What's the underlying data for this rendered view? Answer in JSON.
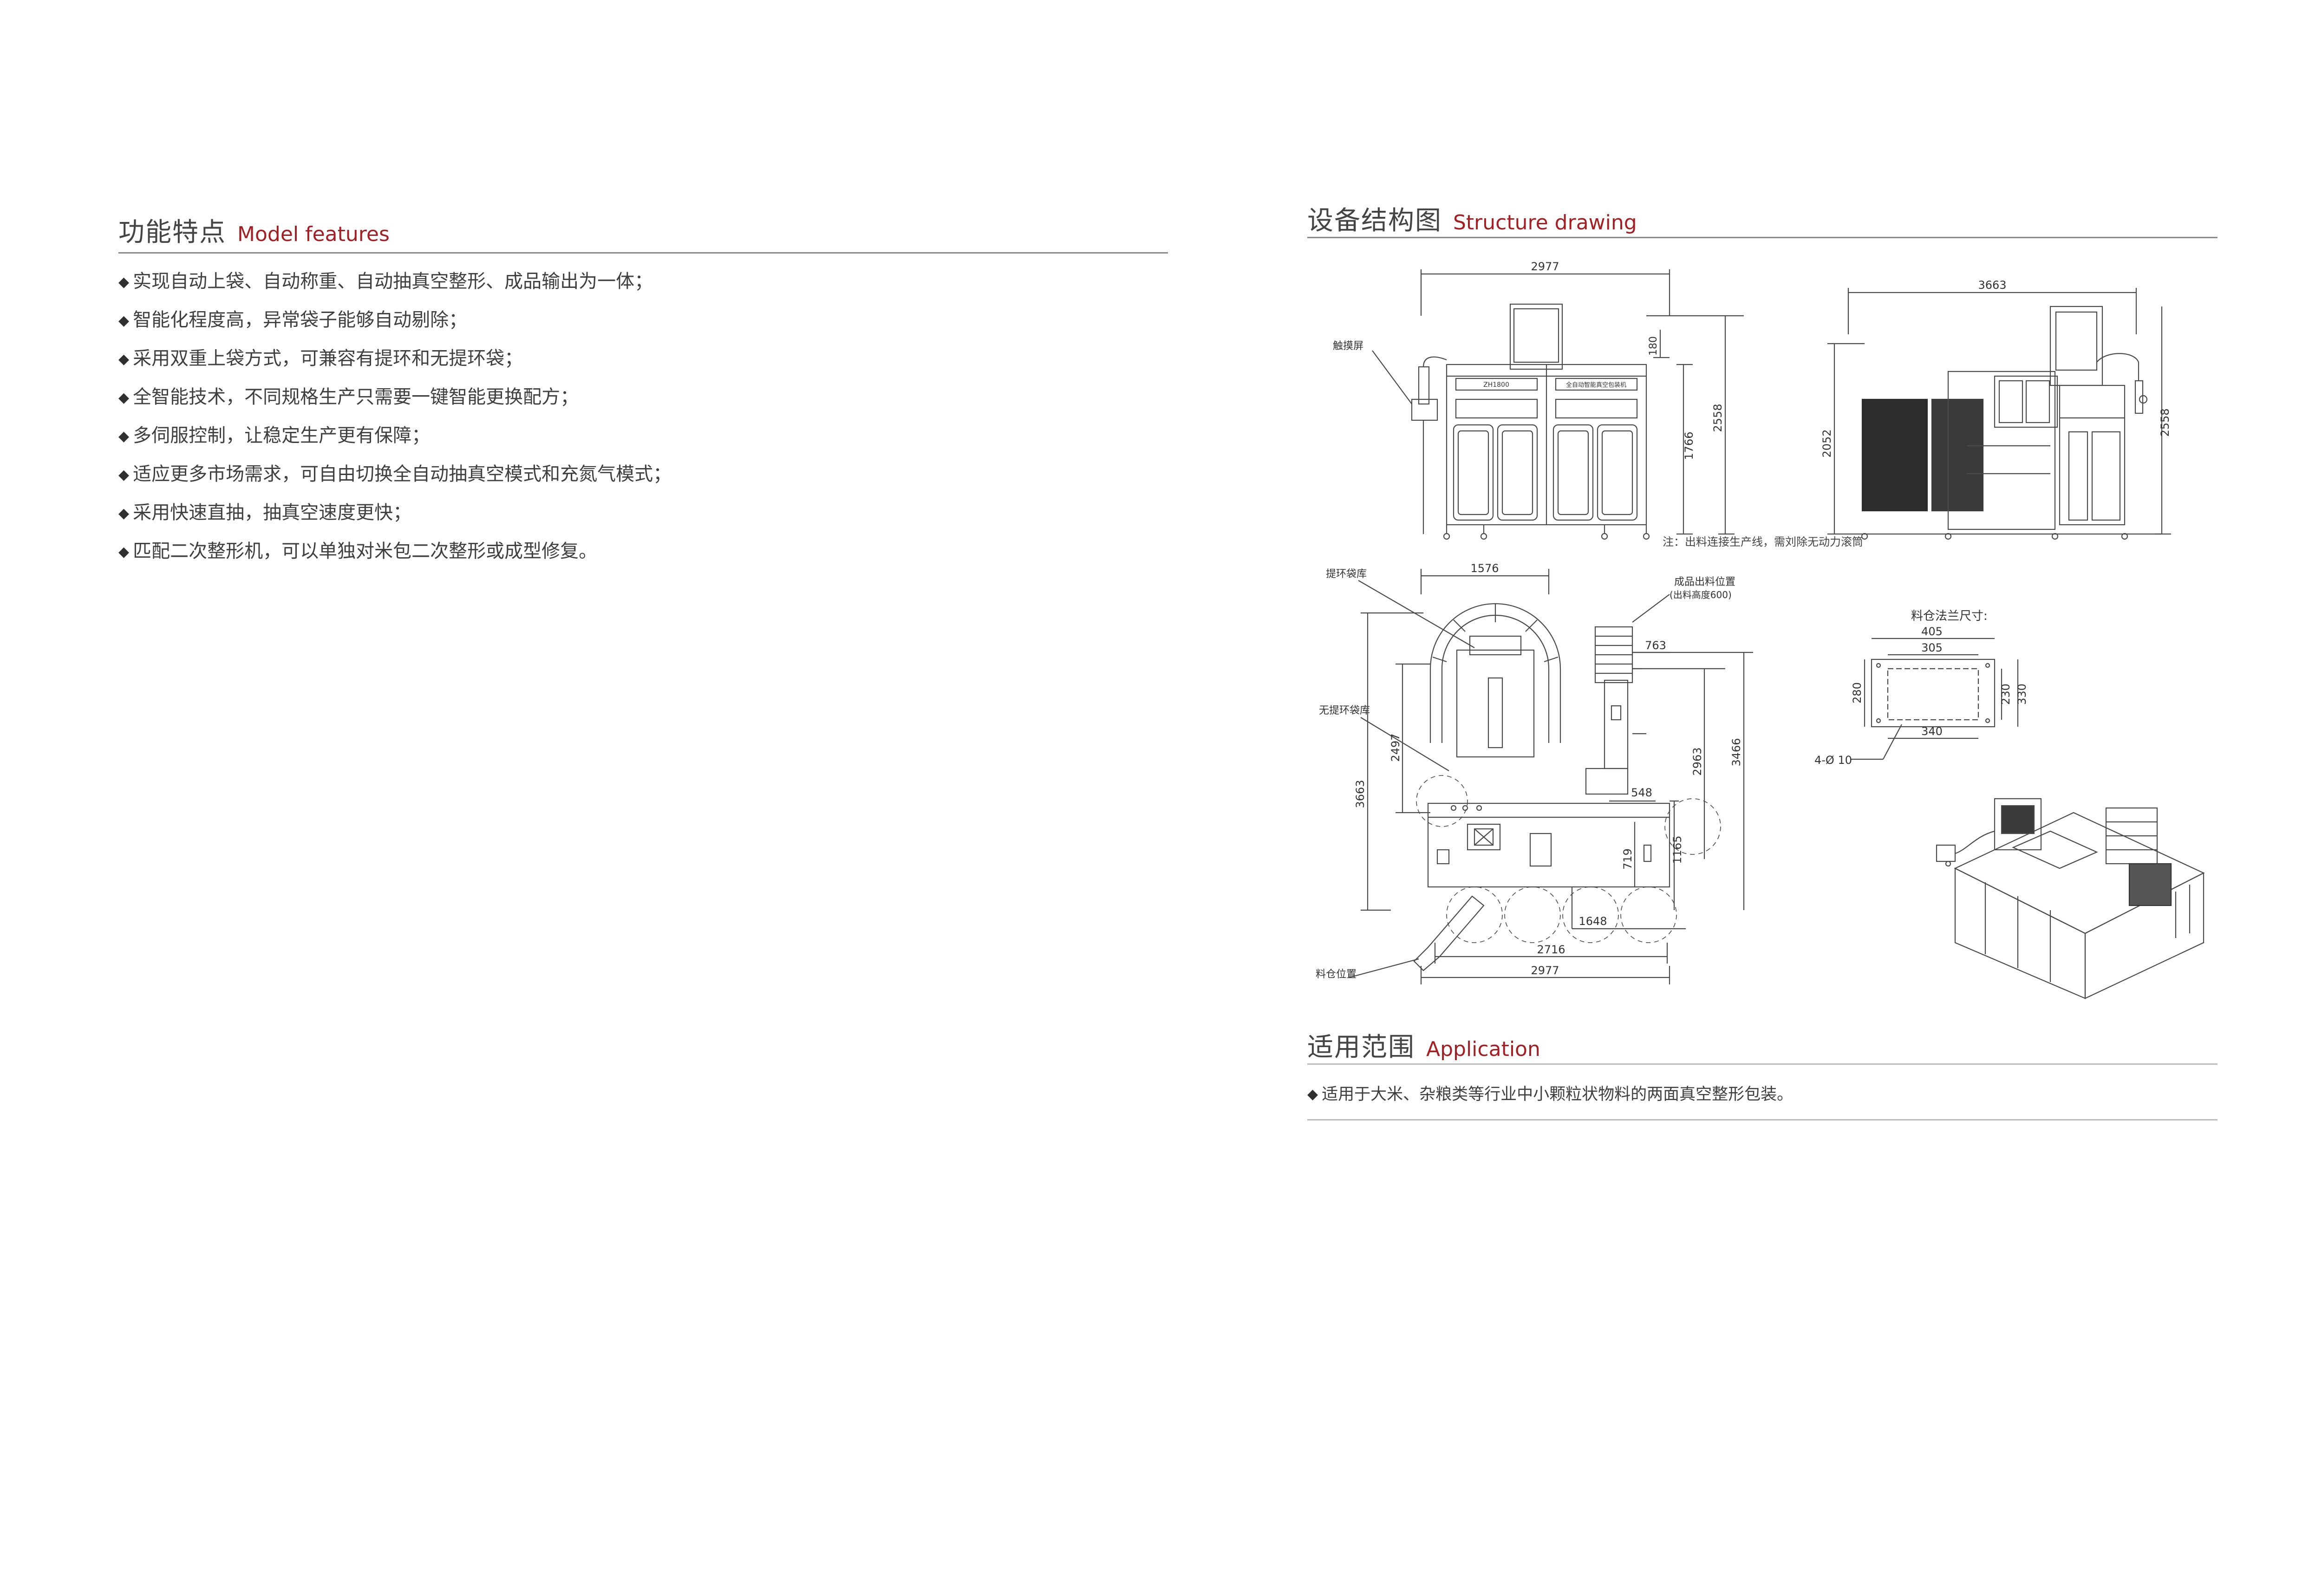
{
  "model_features": {
    "title_zh": "功能特点",
    "title_en": "Model features",
    "bullet": "◆",
    "items": [
      "实现自动上袋、自动称重、自动抽真空整形、成品输出为一体；",
      "智能化程度高，异常袋子能够自动剔除；",
      "采用双重上袋方式，可兼容有提环和无提环袋；",
      "全智能技术，不同规格生产只需要一键智能更换配方；",
      "多伺服控制，让稳定生产更有保障；",
      "适应更多市场需求，可自由切换全自动抽真空模式和充氮气模式；",
      "采用快速直抽，抽真空速度更快；",
      "匹配二次整形机，可以单独对米包二次整形或成型修复。"
    ]
  },
  "structure_drawing": {
    "title_zh": "设备结构图",
    "title_en": "Structure drawing",
    "front_view": {
      "width": "2977",
      "top_dim": "180",
      "height_total": "2558",
      "height_body": "1766",
      "label_touchscreen": "触摸屏",
      "panel_left": "ZH1800",
      "panel_right": "全自动智能真空包装机"
    },
    "side_view": {
      "width": "3663",
      "height_left": "2052",
      "height_right": "2558"
    },
    "plan_view": {
      "note": "注：出料连接生产线，需刘除无动力滚筒",
      "label_hook_bag": "提环袋库",
      "label_no_hook_bag": "无提环袋库",
      "label_outlet": "成品出料位置",
      "label_outlet_height": "(出料高度600)",
      "label_hopper_pos": "料仓位置",
      "dim_1576": "1576",
      "dim_763": "763",
      "dim_3663": "3663",
      "dim_2497": "2497",
      "dim_2963": "2963",
      "dim_3466": "3466",
      "dim_548": "548",
      "dim_1165": "1165",
      "dim_719": "719",
      "dim_1648": "1648",
      "dim_2716": "2716",
      "dim_2977": "2977"
    },
    "flange_view": {
      "title": "料仓法兰尺寸:",
      "dim_405": "405",
      "dim_305": "305",
      "dim_280": "280",
      "dim_230": "230",
      "dim_330": "330",
      "dim_340": "340",
      "holes": "4-Ø 10"
    }
  },
  "application": {
    "title_zh": "适用范围",
    "title_en": "Application",
    "bullet": "◆",
    "item": "适用于大米、杂粮类等行业中小颗粒状物料的两面真空整形包装。"
  },
  "colors": {
    "accent_red": "#a31f23",
    "text": "#3f3f3f",
    "rule": "#8a8a8a",
    "line_drawing": "#4a4a4a"
  }
}
